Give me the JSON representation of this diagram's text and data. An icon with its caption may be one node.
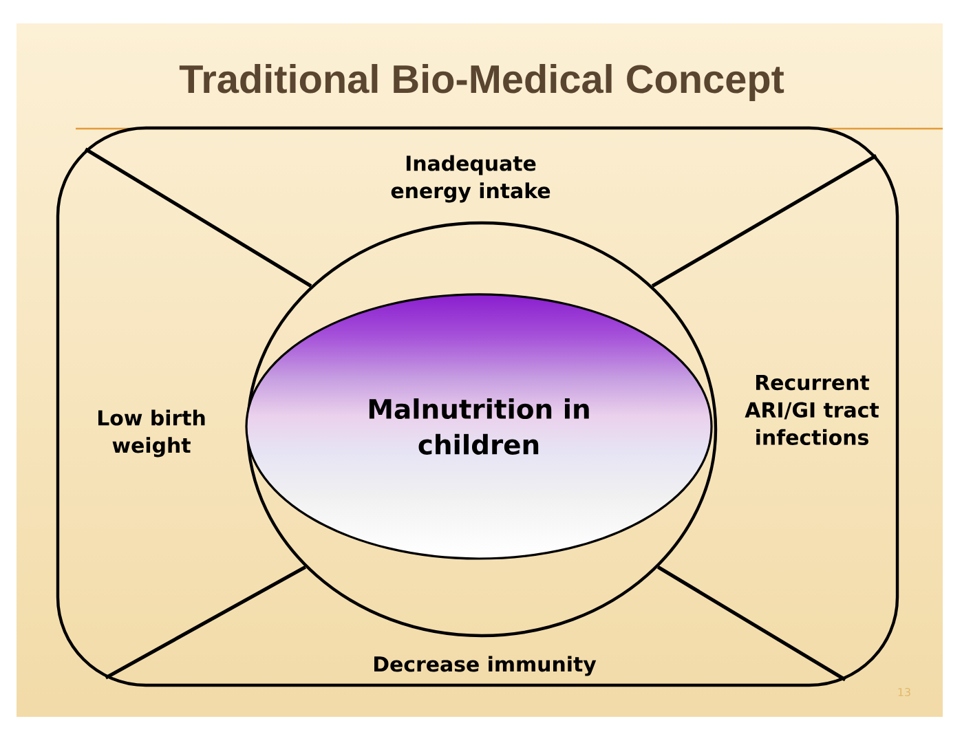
{
  "diagram": {
    "title": "Traditional Bio-Medical Concept",
    "nodes": [
      {
        "text": [
          "Inadequate energy intake",
          "Low birth weight",
          "Recurrent ARI/GI tract infections",
          "Decrease immunity"
        ]
      },
      {
        "text": [],
        "shape": "circle",
        "in": 0
      },
      {
        "text": [
          "Malnutrition in children"
        ],
        "in": 1
      }
    ],
    "edges": [
      {
        "from": 1,
        "to": 0,
        "arrow": "none"
      },
      {
        "from": 1,
        "to": 0,
        "arrow": "none"
      },
      {
        "from": 1,
        "to": 0,
        "arrow": "none"
      },
      {
        "from": 1,
        "to": 0,
        "arrow": "none"
      }
    ],
    "labels": [
      "13"
    ]
  }
}
